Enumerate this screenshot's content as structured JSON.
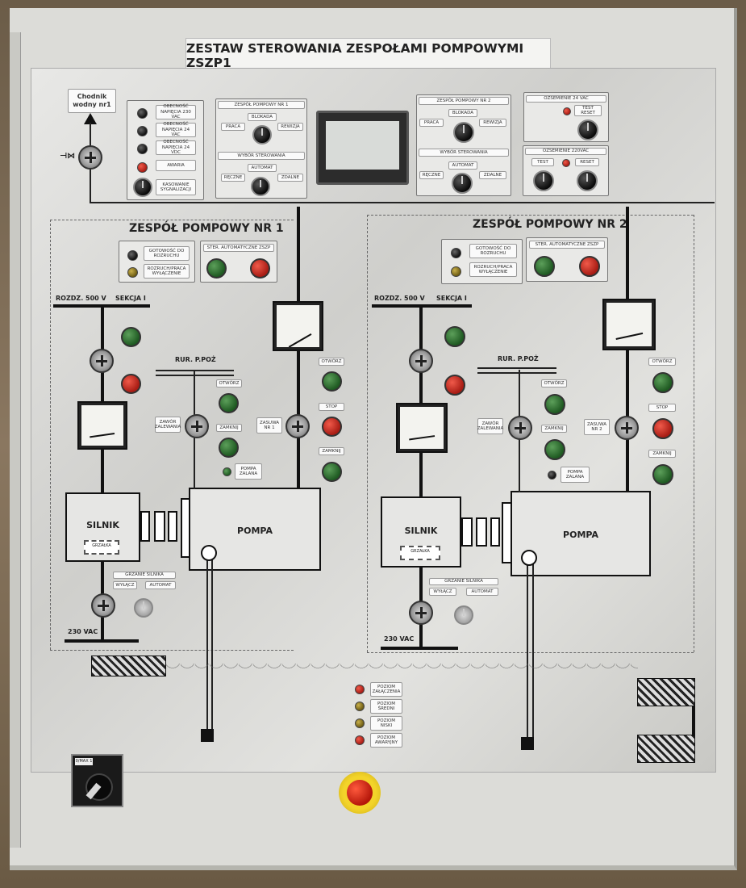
{
  "panel": {
    "title": "ZESTAW STEROWANIA ZESPOŁAMI POMPOWYMI ZSZP1",
    "chodnik": "Chodnik wodny nr1",
    "status_labels": [
      "OBECNOŚĆ NAPIĘCIA 230 VAC",
      "OBECNOŚĆ NAPIĘCIA 24 VAC",
      "OBECNOŚĆ NAPIĘCIA 24 VDC",
      "AWARIA",
      "KASOWANIE SYGNALIZACJI"
    ],
    "group1_box": {
      "title": "ZESPÓŁ POMPOWY NR 1",
      "blokada": "BLOKADA",
      "praca": "PRACA",
      "rewizja": "REWIZJA",
      "wybor": "WYBÓR STEROWANIA",
      "automat": "AUTOMAT",
      "reczne": "RĘCZNE",
      "zdalne": "ZDALNE"
    },
    "group2_box": {
      "title": "ZESPÓŁ POMPOWY NR 2",
      "blokada": "BLOKADA",
      "praca": "PRACA",
      "rewizja": "REWIZJA",
      "wybor": "WYBÓR STEROWANIA",
      "automat": "AUTOMAT",
      "reczne": "RĘCZNE",
      "zdalne": "ZDALNE"
    },
    "right_top": {
      "zasilanie_24": "OZSEMIENIE 24 VAC",
      "test_reset": "TEST RESET",
      "zasilanie_220": "OZSEMIENIE 220VAC",
      "test": "TEST",
      "reset": "RESET"
    },
    "unit1": {
      "header": "ZESPÓŁ POMPOWY NR 1",
      "gotowosc": "GOTOWOŚĆ DO ROZRUCHU",
      "rozruch": "ROZRUCH/PRACA WYŁĄCZENIE",
      "ster_auto": "STER. AUTOMATYCZNE ZSZP",
      "rozdz": "ROZDZ. 500 V",
      "sekcja": "SEKCJA I",
      "rur": "RUR. P.POŻ",
      "otworz": "OTWÓRZ",
      "zamknij": "ZAMKNIJ",
      "stop": "STOP",
      "zawor": "ZAWÓR ZALEWANIA",
      "zasuwa": "ZASUWA NR 1",
      "pompa_zalana": "POMPA ZALANA",
      "silnik": "SILNIK",
      "pompa": "POMPA",
      "grzalka": "GRZAŁKA",
      "grzanie": "GRZANIE SILNIKA",
      "wylacz": "WYŁĄCZ",
      "automat": "AUTOMAT",
      "vac230": "230 VAC"
    },
    "unit2": {
      "header": "ZESPÓŁ POMPOWY NR 2",
      "gotowosc": "GOTOWOŚĆ DO ROZRUCHU",
      "rozruch": "ROZRUCH/PRACA WYŁĄCZENIE",
      "ster_auto": "STER. AUTOMATYCZNE ZSZP",
      "rozdz": "ROZDZ. 500 V",
      "sekcja": "SEKCJA I",
      "rur": "RUR. P.POŻ",
      "otworz": "OTWÓRZ",
      "zamknij": "ZAMKNIJ",
      "stop": "STOP",
      "zawor": "ZAWÓR ZALEWANIA",
      "zasuwa": "ZASUWA NR 2",
      "pompa_zalana": "POMPA ZALANA",
      "silnik": "SILNIK",
      "pompa": "POMPA",
      "grzalka": "GRZAŁKA",
      "grzanie": "GRZANIE SILNIKA",
      "wylacz": "WYŁĄCZ",
      "automat": "AUTOMAT",
      "vac230": "230 VAC"
    },
    "levels": [
      "POZIOM ZAŁĄCZENIA",
      "POZIOM ŚREDNI",
      "POZIOM NISKI",
      "POZIOM AWARYJNY"
    ],
    "main_switch_tag": "0/MAX 1",
    "colors": {
      "lamp_green": "#2f7a32",
      "lamp_red": "#c8241a",
      "estop_yellow": "#f3d42a",
      "estop_red": "#d42a14"
    }
  }
}
